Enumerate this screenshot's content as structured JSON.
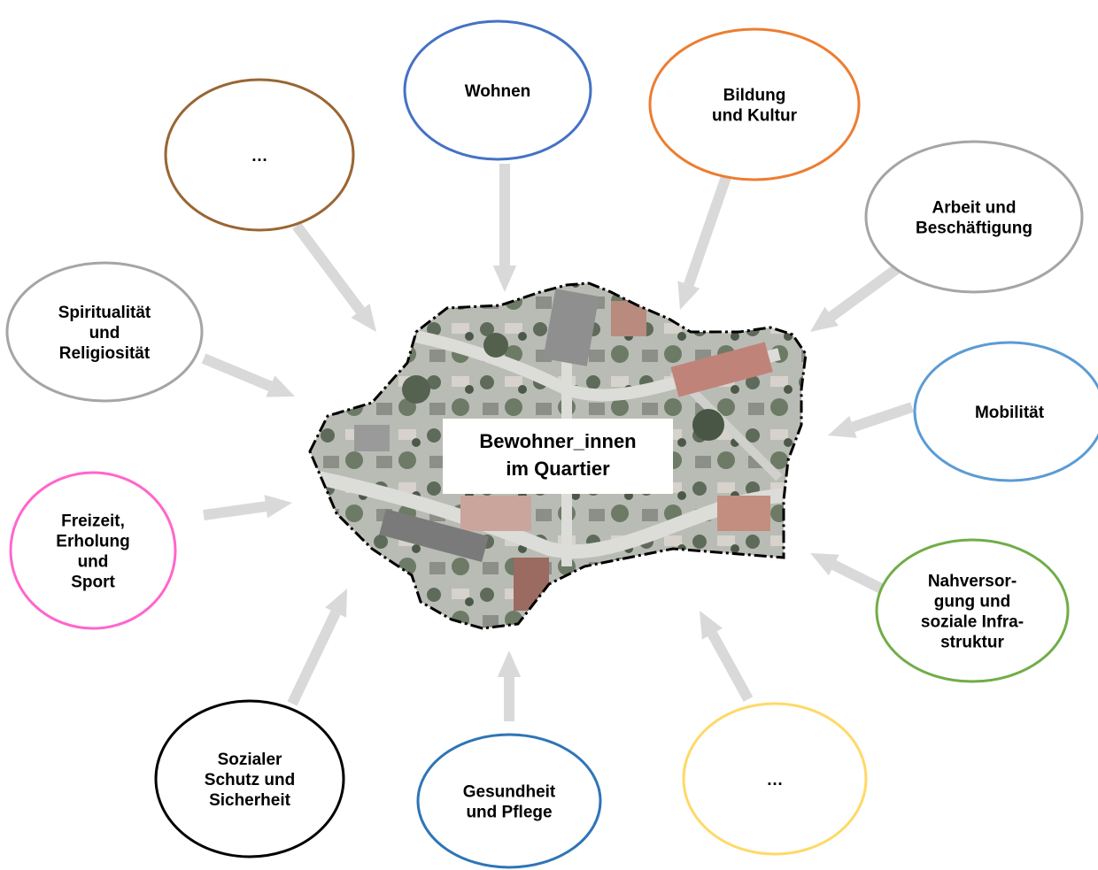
{
  "center": {
    "label_lines": [
      "Bewohner_innen",
      "im Quartier"
    ],
    "image_description": "aerial view of a residential neighbourhood"
  },
  "nodes": [
    {
      "id": "wohnen",
      "lines": [
        "Wohnen"
      ],
      "color": "#4472C4"
    },
    {
      "id": "bildung",
      "lines": [
        "Bildung",
        "und Kultur"
      ],
      "color": "#ED7D31"
    },
    {
      "id": "arbeit",
      "lines": [
        "Arbeit und",
        "Beschäftigung"
      ],
      "color": "#A5A5A5"
    },
    {
      "id": "mobilitaet",
      "lines": [
        "Mobilität"
      ],
      "color": "#5B9BD5"
    },
    {
      "id": "nahversorgung",
      "lines": [
        "Nahversor-",
        "gung und",
        "soziale Infra-",
        "struktur"
      ],
      "color": "#70AD47"
    },
    {
      "id": "ellipsis-bottom",
      "lines": [
        "…"
      ],
      "color": "#FFD966"
    },
    {
      "id": "gesundheit",
      "lines": [
        "Gesundheit",
        "und Pflege"
      ],
      "color": "#2E75B6"
    },
    {
      "id": "sozialer-schutz",
      "lines": [
        "Sozialer",
        "Schutz und",
        "Sicherheit"
      ],
      "color": "#000000"
    },
    {
      "id": "freizeit",
      "lines": [
        "Freizeit,",
        "Erholung",
        "und",
        "Sport"
      ],
      "color": "#FF66CC"
    },
    {
      "id": "spiritualitaet",
      "lines": [
        "Spiritualität",
        "und",
        "Religiosität"
      ],
      "color": "#A5A5A5"
    },
    {
      "id": "ellipsis-top",
      "lines": [
        "…"
      ],
      "color": "#996633"
    }
  ],
  "arrow_color": "#D9D9D9"
}
